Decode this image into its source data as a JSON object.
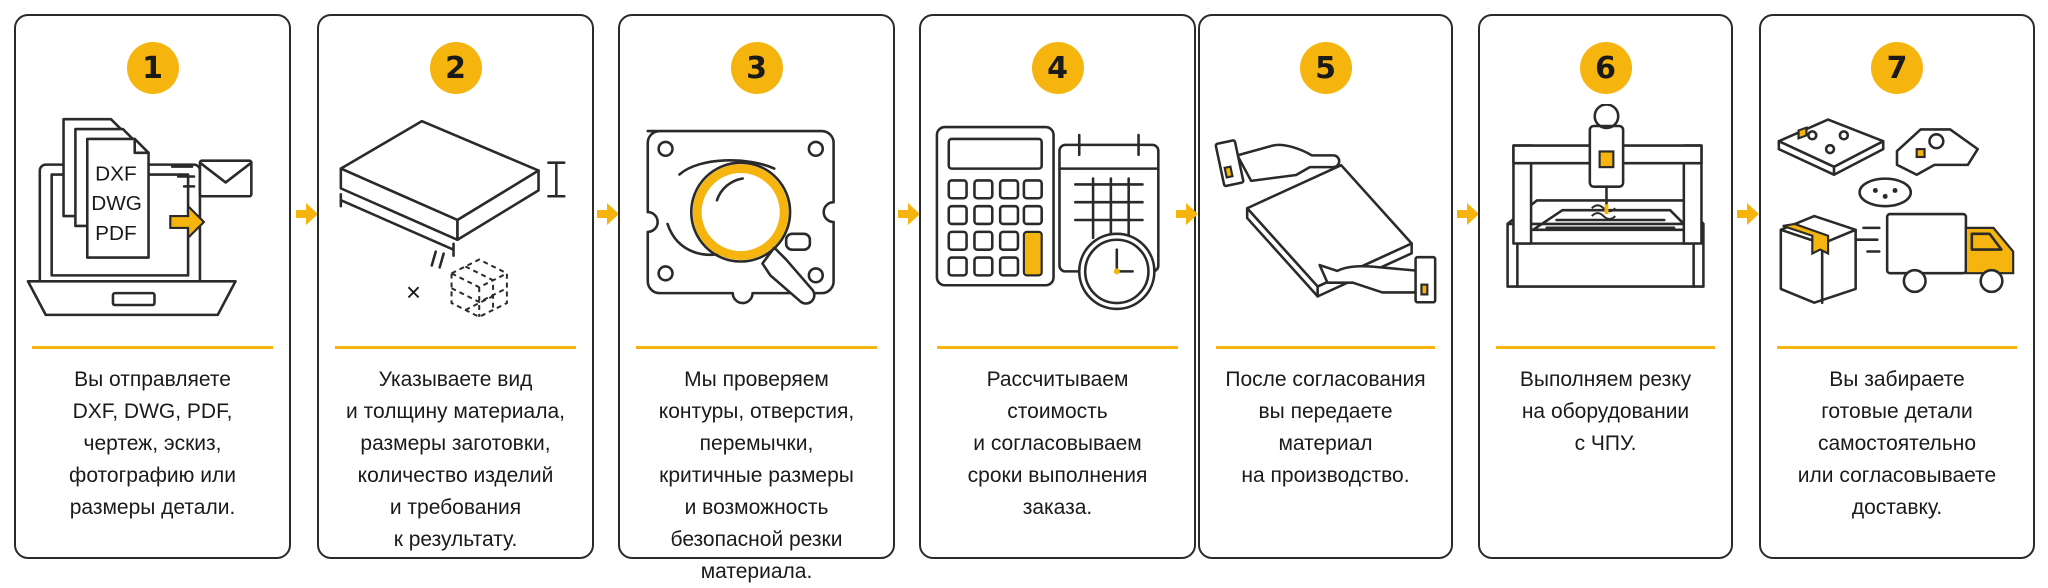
{
  "colors": {
    "accent": "#f6b40e",
    "ink": "#2a2a2a",
    "background": "#ffffff"
  },
  "steps": [
    {
      "number": "1",
      "icon": "laptop-files-email-icon",
      "file_labels": [
        "DXF",
        "DWG",
        "PDF"
      ],
      "lines": [
        "Вы отправляете",
        "DXF, DWG, PDF,",
        "чертеж, эскиз,",
        "фотографию или",
        "размеры детали."
      ]
    },
    {
      "number": "2",
      "icon": "material-sheet-dimensions-icon",
      "multiply_sign": "×",
      "lines": [
        "Указываете вид",
        "и толщину материала,",
        "размеры заготовки,",
        "количество изделий",
        "и требования",
        "к результату."
      ]
    },
    {
      "number": "3",
      "icon": "part-inspection-magnifier-icon",
      "lines": [
        "Мы проверяем",
        "контуры, отверстия,",
        "перемычки,",
        "критичные размеры",
        "и возможность",
        "безопасной резки",
        "материала."
      ]
    },
    {
      "number": "4",
      "icon": "calculator-calendar-clock-icon",
      "lines": [
        "Рассчитываем",
        "стоимость",
        "и согласовываем",
        "сроки выполнения",
        "заказа."
      ]
    },
    {
      "number": "5",
      "icon": "material-handover-icon",
      "lines": [
        "После согласования",
        "вы передаете",
        "материал",
        "на производство."
      ]
    },
    {
      "number": "6",
      "icon": "cnc-machine-icon",
      "lines": [
        "Выполняем резку",
        "на оборудовании",
        "с ЧПУ."
      ]
    },
    {
      "number": "7",
      "icon": "parts-box-delivery-truck-icon",
      "lines": [
        "Вы забираете",
        "готовые детали",
        "самостоятельно",
        "или согласовываете",
        "доставку."
      ]
    }
  ]
}
